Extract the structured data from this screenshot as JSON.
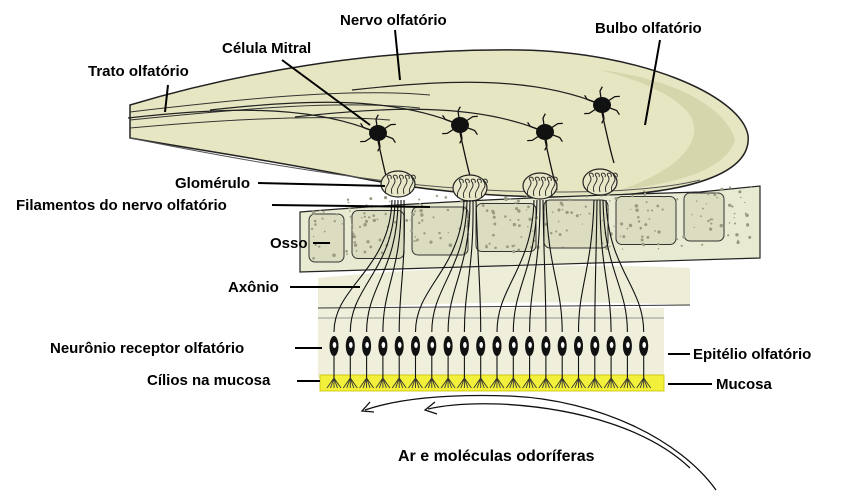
{
  "labels": {
    "nervo_olfatorio": "Nervo olfatório",
    "bulbo_olfatorio": "Bulbo olfatório",
    "celula_mitral": "Célula Mitral",
    "trato_olfatorio": "Trato olfatório",
    "glomerulo": "Glomérulo",
    "filamentos": "Filamentos do nervo olfatório",
    "osso": "Osso",
    "axonio": "Axônio",
    "neuronio_receptor": "Neurônio receptor olfatório",
    "epitelio": "Epitélio olfatório",
    "cilios": "Cílios na mucosa",
    "mucosa": "Mucosa",
    "ar": "Ar e moléculas odoríferas"
  },
  "colors": {
    "bulb_fill": "#e6e6c2",
    "bulb_shadow": "#cfcfa6",
    "bone_fill": "#e9ead2",
    "bone_dots": "#9a9a82",
    "epithelium": "#f0efdc",
    "mucosa": "#f2f03a",
    "neuron": "#111111",
    "line": "#000000"
  }
}
